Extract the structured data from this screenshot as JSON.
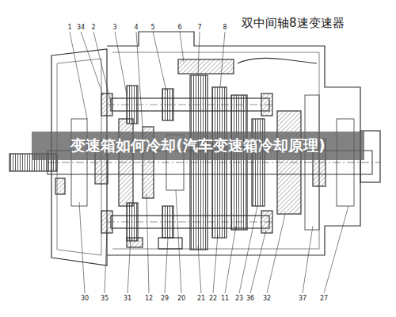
{
  "diagram": {
    "title": "双中间轴8速变速器",
    "labels": [
      "1",
      "34",
      "2",
      "3",
      "4",
      "5",
      "6",
      "7",
      "8",
      "30",
      "35",
      "31",
      "12",
      "29",
      "20",
      "21",
      "22",
      "11",
      "23",
      "36",
      "32",
      "37",
      "27",
      "变速箱如何冷却(汽车变速箱冷却原理)"
    ]
  }
}
